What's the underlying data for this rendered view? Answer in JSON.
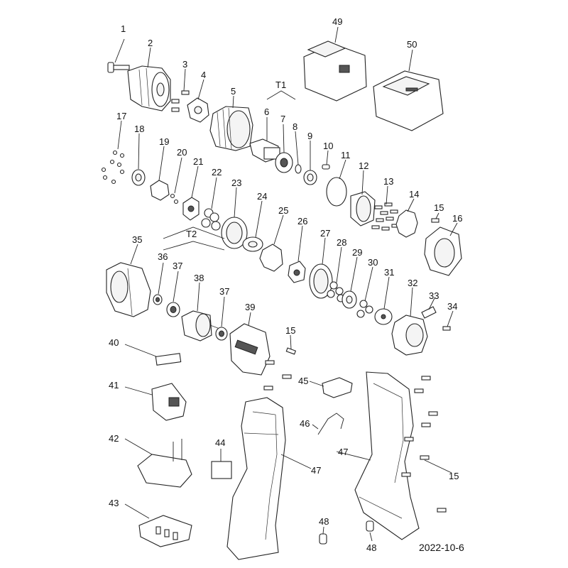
{
  "diagram": {
    "part_labels": [
      "1",
      "2",
      "3",
      "4",
      "5",
      "T1",
      "6",
      "7",
      "8",
      "9",
      "10",
      "11",
      "12",
      "13",
      "14",
      "15",
      "16",
      "17",
      "18",
      "19",
      "20",
      "21",
      "22",
      "23",
      "24",
      "25",
      "26",
      "27",
      "28",
      "29",
      "30",
      "31",
      "32",
      "33",
      "34",
      "35",
      "36",
      "T2",
      "37",
      "38",
      "37",
      "39",
      "15",
      "40",
      "41",
      "45",
      "42",
      "44",
      "46",
      "47",
      "47",
      "15",
      "43",
      "48",
      "48",
      "49",
      "50"
    ],
    "date": "2022-10-6"
  }
}
